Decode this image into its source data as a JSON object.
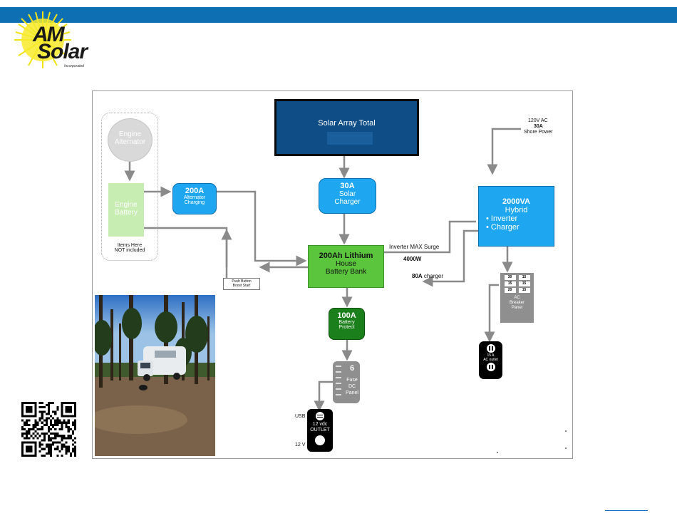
{
  "header": {
    "bar_color": "#0f6fb3"
  },
  "logo": {
    "line1": "AM",
    "line2": "Solar",
    "tag": "Incorporated"
  },
  "diagram": {
    "solar_array": {
      "title": "Solar Array Total"
    },
    "solar_charger": {
      "amps": "30A",
      "line1": "Solar",
      "line2": "Charger"
    },
    "engine_alternator": {
      "line1": "Engine",
      "line2": "Alternator"
    },
    "engine_battery": {
      "line1": "Engine",
      "line2": "Battery"
    },
    "not_included": {
      "line1": "Items Here",
      "line2": "NOT included"
    },
    "alternator_charging": {
      "amps": "200A",
      "line1": "Alternator",
      "line2": "Charging"
    },
    "push_button": {
      "line1": "Push Button",
      "line2": "Boost Start"
    },
    "battery_bank": {
      "title": "200Ah Lithium",
      "line1": "House",
      "line2": "Battery Bank"
    },
    "inverter_surge": {
      "label": "Inverter MAX Surge",
      "value": "4000W"
    },
    "charger_current": {
      "value": "80A",
      "label": "charger"
    },
    "shore_power": {
      "line1": "120V AC",
      "line2": "30A",
      "line3": "Shore Power"
    },
    "inverter_charger": {
      "rating": "2000VA",
      "line1": "Hybrid",
      "line2": "• Inverter",
      "line3": "• Charger"
    },
    "breaker_panel": {
      "rows": [
        [
          "30",
          "15"
        ],
        [
          "15",
          "15"
        ],
        [
          "20",
          "15"
        ]
      ],
      "line1": "AC",
      "line2": "Breaker",
      "line3": "Panel"
    },
    "ac_outlet": {
      "line1": "15 A",
      "line2": "AC outlet"
    },
    "battery_protect": {
      "amps": "100A",
      "line1": "Battery",
      "line2": "Protect"
    },
    "fuse_panel": {
      "count": "6",
      "line1": "Fuse",
      "line2": "DC",
      "line3": "Panel"
    },
    "dc_outlet": {
      "usb": "USB",
      "v12": "12 V",
      "line1": "12 vdc",
      "line2": "OUTLET"
    }
  }
}
